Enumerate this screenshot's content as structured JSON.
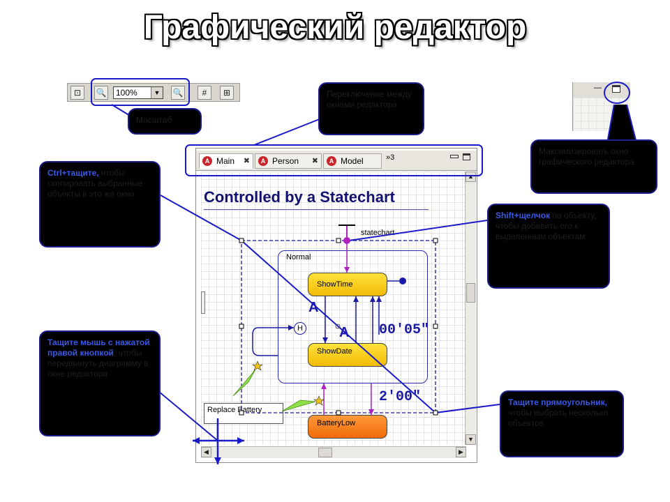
{
  "title": "Графический редактор",
  "toolbar": {
    "zoom_value": "100%",
    "zoom_dropdown": "▼",
    "buttons": [
      "zoom-fit",
      "zoom-out",
      "zoom-in",
      "grid",
      "snap"
    ]
  },
  "window_controls": {
    "minimize": "—"
  },
  "callouts": {
    "zoom": {
      "text": "Масштаб"
    },
    "switch": {
      "text": "Переключение между окнами редактора"
    },
    "maximize": {
      "text": "Максимизировать окно графического редактора"
    },
    "ctrl_drag": {
      "hl": "Ctrl+тащите,",
      "text": " чтобы скопировать выбранные объекты в это же окно"
    },
    "shift_click": {
      "hl": "Shift+щелчок",
      "text": " по объекту, чтобы добавить его к выделенным объектам"
    },
    "right_drag": {
      "hl": "Тащите мышь с нажатой правой кнопкой",
      "text": ", чтобы передвинуть диаграмму в окне редактора"
    },
    "rect_drag": {
      "hl": "Тащите прямоугольник,",
      "text": " чтобы выбрать несколько объектов"
    }
  },
  "tabs": [
    {
      "label": "Main",
      "active": true,
      "closable": true
    },
    {
      "label": "Person",
      "active": false,
      "closable": true
    },
    {
      "label": "Model",
      "active": false,
      "closable": false
    }
  ],
  "tab_overflow": "»3",
  "diagram": {
    "title": "Controlled by a Statechart",
    "statechart_label": "statechart",
    "composite_label": "Normal",
    "states": {
      "show_time": "ShowTime",
      "show_date": "ShowDate",
      "battery_low": "BatteryLow"
    },
    "history": "H",
    "timer1": "00'05\"",
    "timer2": "2'00\"",
    "marker": "A",
    "replace_battery": "Replace Battery"
  },
  "colors": {
    "accent": "#1a1aa6",
    "callout_bg": "#000000",
    "state_yellow": "#f7c514",
    "state_orange": "#f17a1a",
    "arrow_magenta": "#b020c0",
    "arrow_blue": "#1a1aa6"
  }
}
